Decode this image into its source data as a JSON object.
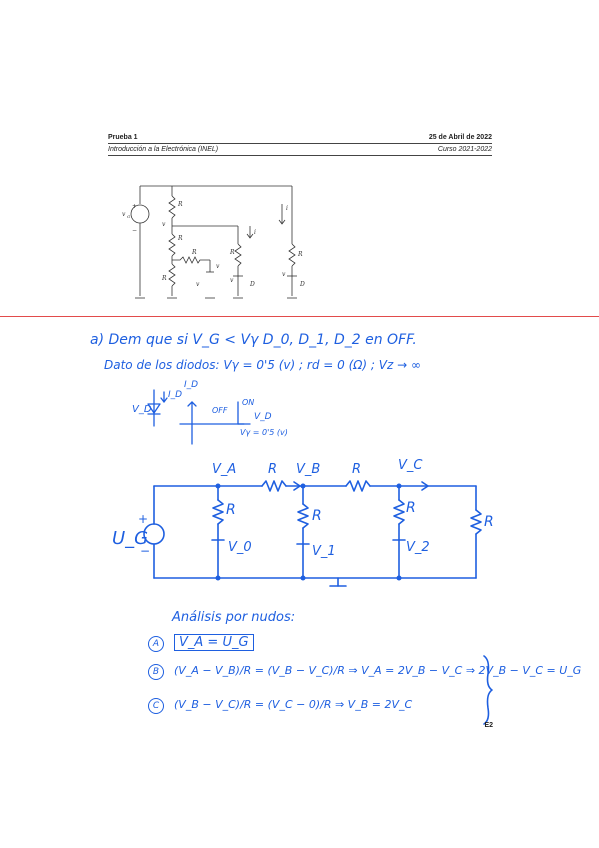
{
  "header": {
    "left_title": "Prueba 1",
    "left_sub": "Introducción a la Electrónica (INEL)",
    "right_title": "25 de Abril de 2022",
    "right_sub": "Curso 2021-2022"
  },
  "printed_circuit": {
    "labels": [
      "v_G",
      "R",
      "v_1",
      "R",
      "R",
      "R",
      "v_2",
      "i_1",
      "i_2",
      "R",
      "R",
      "v_3",
      "v_4",
      "D",
      "D_1",
      "v_5",
      "v_6",
      "+",
      "−"
    ]
  },
  "notes": {
    "line1": "a) Dem que si V_G < Vγ    D_0, D_1, D_2 en OFF.",
    "line2": "Dato de los diodos:  Vγ = 0'5 (v) ;  rd = 0 (Ω) ;  Vz → ∞",
    "diode_id": "I_D",
    "diode_v": "V_D",
    "graph_id": "I_D",
    "graph_on": "ON",
    "graph_off": "OFF",
    "graph_vd": "V_D",
    "graph_vgamma": "Vγ = 0'5 (v)"
  },
  "circuit": {
    "node_a": "V_A",
    "node_b": "V_B",
    "node_c": "V_C",
    "r_ab": "R",
    "r_bc": "R",
    "r_a": "R",
    "r_b": "R",
    "r_c": "R",
    "r_out": "R",
    "d0": "V_0",
    "d1": "V_1",
    "d2": "V_2",
    "source": "U_G",
    "plus": "+",
    "minus": "−"
  },
  "analysis": {
    "title": "Análisis por nudos:",
    "a_mark": "A",
    "a_eq": "V_A = U_G",
    "b_mark": "B",
    "b_eq": "(V_A − V_B)/R = (V_B − V_C)/R  ⇒  V_A = 2V_B − V_C  ⇒  2V_B − V_C = U_G",
    "c_mark": "C",
    "c_eq": "(V_B − V_C)/R = (V_C − 0)/R  ⇒  V_B = 2V_C"
  },
  "page_number": "E2"
}
